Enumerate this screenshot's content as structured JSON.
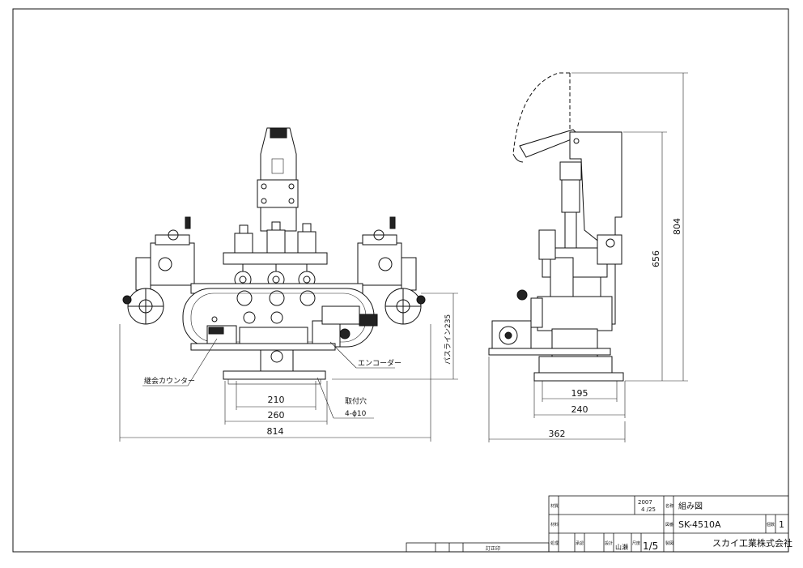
{
  "front_view": {
    "annotations": {
      "counter": "継会カウンター",
      "encoder": "エンコーダー",
      "mount_holes_1": "取付穴",
      "mount_holes_2": "4-ϕ10",
      "pass_line": "パスライン235"
    },
    "dimensions": {
      "d210": "210",
      "d260": "260",
      "d814": "814"
    }
  },
  "side_view": {
    "dimensions": {
      "d195": "195",
      "d240": "240",
      "d362": "362",
      "d656": "656",
      "d804": "804"
    }
  },
  "title_block": {
    "label_material_1": "材質",
    "label_material_2": "材料",
    "label_processing": "処理",
    "label_name": "名称",
    "label_drawing_no": "図番",
    "label_scale": "尺度",
    "label_quantity": "個数",
    "label_designer": "製図",
    "label_draftsman": "設計",
    "label_approved": "承認",
    "label_revision": "訂正印",
    "date_year": "2007",
    "date_day": "4 /25",
    "name": "組み図",
    "drawing_no": "SK-4510A",
    "quantity": "1",
    "scale": "1/5",
    "draftsman": "山瀬",
    "company": "スカイ工業株式会社"
  }
}
